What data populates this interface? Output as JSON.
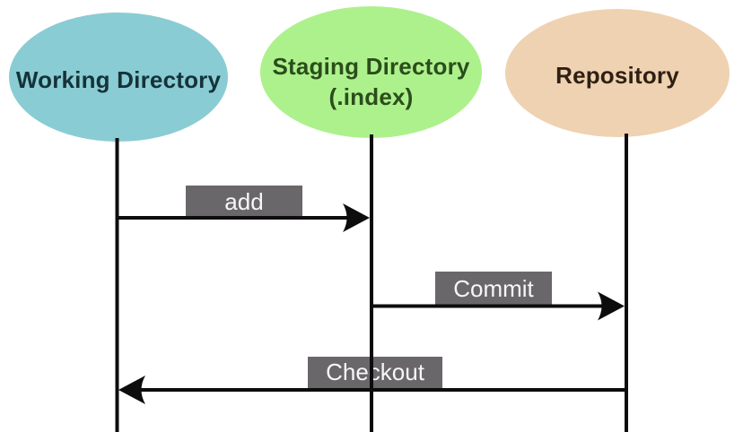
{
  "diagram": {
    "kind": "git-workflow-sequence-diagram",
    "actors": [
      {
        "id": "working-directory",
        "label": "Working Directory"
      },
      {
        "id": "staging-directory",
        "label": "Staging Directory",
        "label_line2": "(.index)"
      },
      {
        "id": "repository",
        "label": "Repository"
      }
    ],
    "messages": [
      {
        "label": "add",
        "from": "working-directory",
        "to": "staging-directory",
        "direction": "right"
      },
      {
        "label": "Commit",
        "from": "staging-directory",
        "to": "repository",
        "direction": "right"
      },
      {
        "label": "Checkout",
        "from": "repository",
        "to": "working-directory",
        "direction": "left"
      }
    ]
  },
  "colors": {
    "canvas_bg": "#ffffff",
    "line": "#0d0d0d",
    "label_box_bg": "#6a676a",
    "label_text": "#f7f7f7",
    "wd_fill": "#8accd3",
    "wd_text": "#15323a",
    "staging_fill": "#adf18d",
    "staging_text": "#2b4d1b",
    "repo_fill": "#efd2b2",
    "repo_text": "#2f2013"
  }
}
